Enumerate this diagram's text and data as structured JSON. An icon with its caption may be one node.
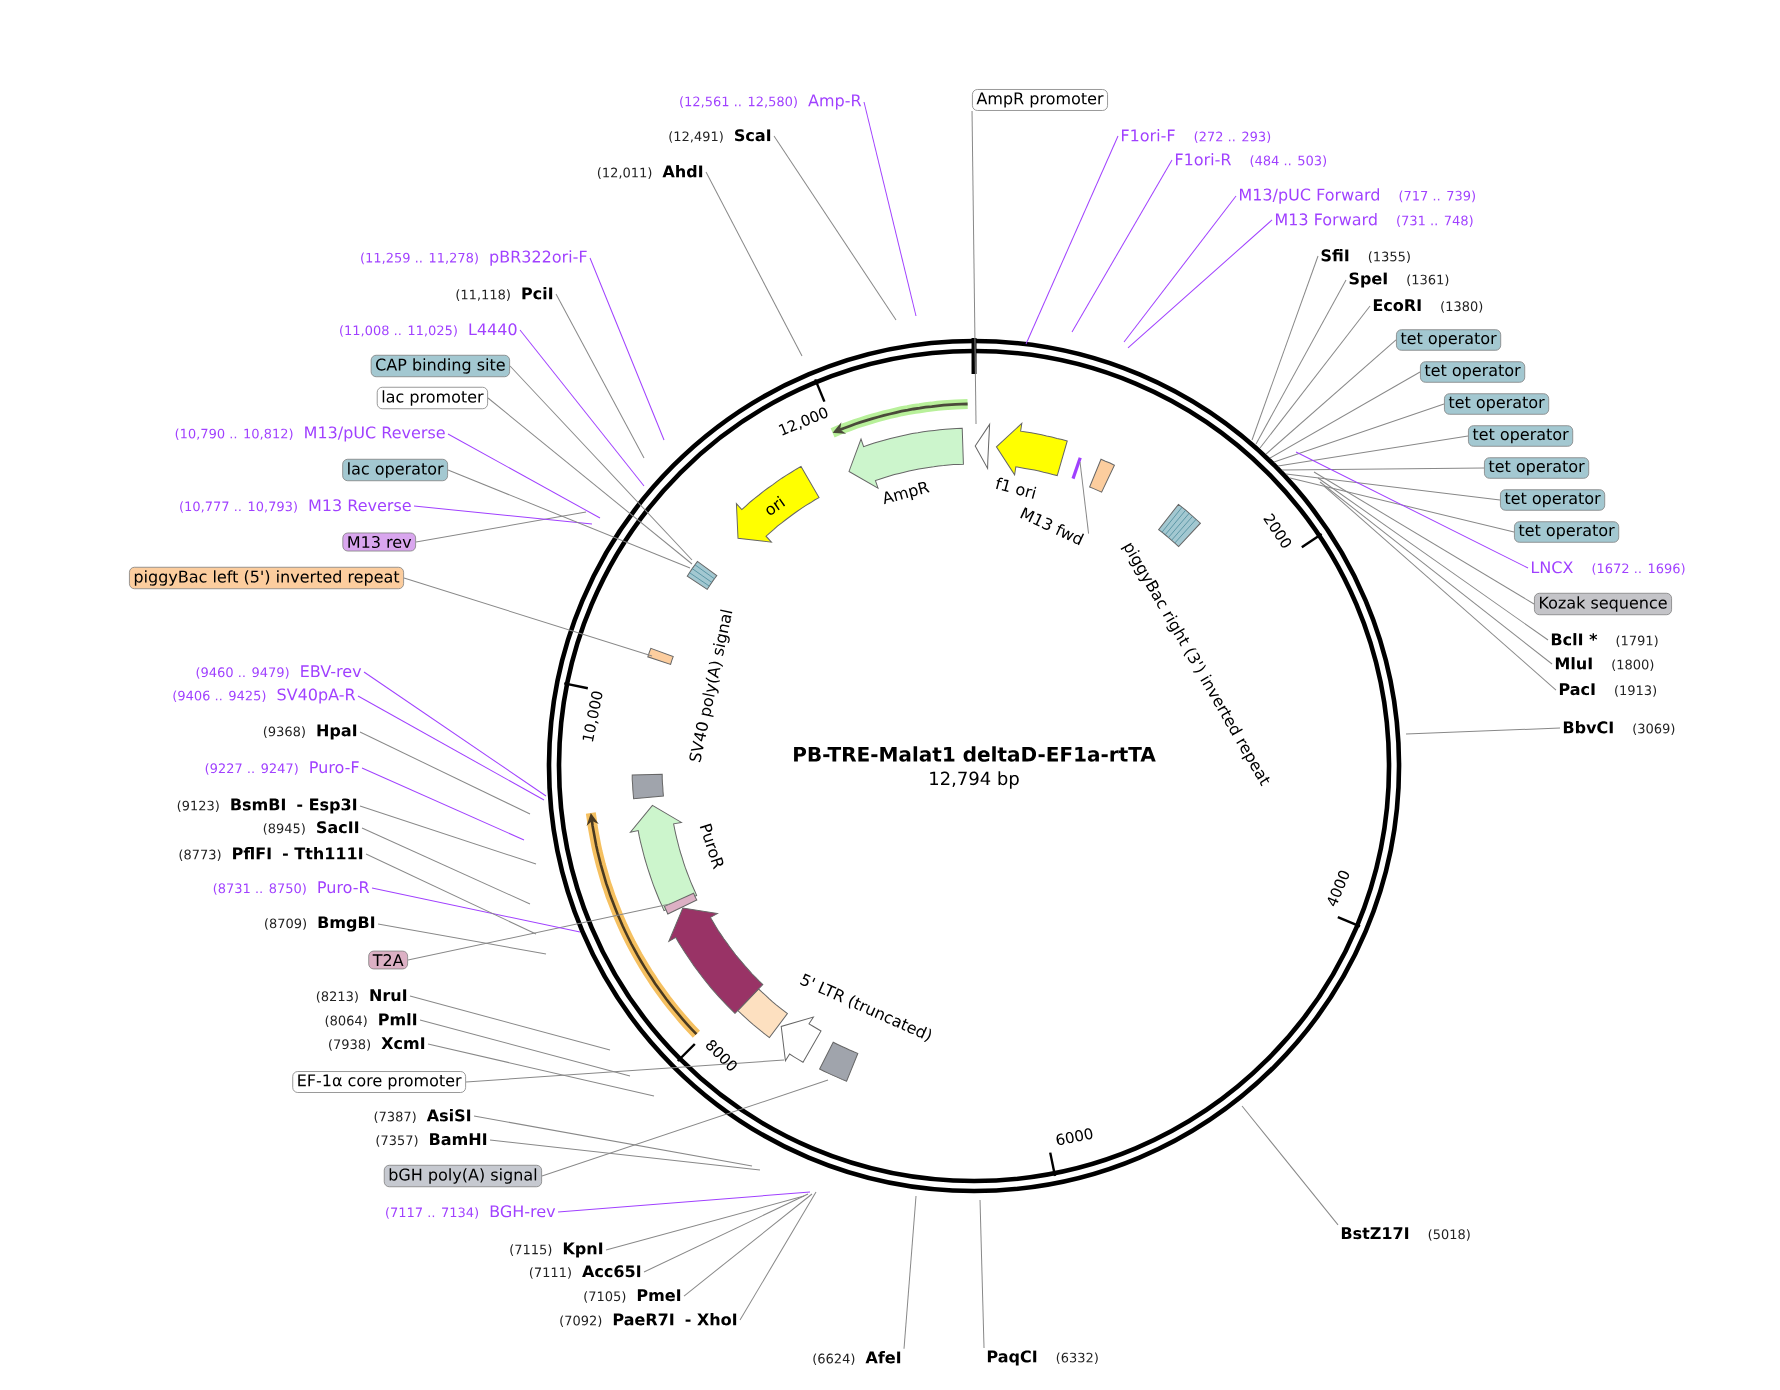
{
  "diagram": {
    "title": "PB-TRE-Malat1 deltaD-EF1a-rtTA",
    "nodes": [
      {
        "text": [
          "AmpR promoter"
        ]
      },
      {
        "text": [
          "F1ori-F",
          "(272 .. 293)"
        ]
      },
      {
        "text": [
          "F1ori-R",
          "(484 .. 503)"
        ]
      },
      {
        "text": [
          "M13/pUC Forward",
          "(717 .. 739)"
        ]
      },
      {
        "text": [
          "M13 Forward",
          "(731 .. 748)"
        ]
      },
      {
        "text": [
          "SfiI",
          "(1355)"
        ]
      },
      {
        "text": [
          "SpeI",
          "(1361)"
        ]
      },
      {
        "text": [
          "EcoRI",
          "(1380)"
        ]
      },
      {
        "text": [
          "tet operator"
        ]
      },
      {
        "text": [
          "tet operator"
        ]
      },
      {
        "text": [
          "tet operator"
        ]
      },
      {
        "text": [
          "tet operator"
        ]
      },
      {
        "text": [
          "tet operator"
        ]
      },
      {
        "text": [
          "tet operator"
        ]
      },
      {
        "text": [
          "tet operator"
        ]
      },
      {
        "text": [
          "LNCX",
          "(1672 .. 1696)"
        ]
      },
      {
        "text": [
          "Kozak sequence"
        ]
      },
      {
        "text": [
          "BclI *",
          "(1791)"
        ]
      },
      {
        "text": [
          "MluI",
          "(1800)"
        ]
      },
      {
        "text": [
          "PacI",
          "(1913)"
        ]
      },
      {
        "text": [
          "BbvCI",
          "(3069)"
        ]
      },
      {
        "text": [
          "BstZ17I",
          "(5018)"
        ]
      },
      {
        "text": [
          "PaqCI",
          "(6332)"
        ]
      },
      {
        "text": [
          "(6624)",
          "AfeI"
        ]
      },
      {
        "text": [
          "(7092)",
          "PaeR7I",
          "- XhoI"
        ]
      },
      {
        "text": [
          "(7105)",
          "PmeI"
        ]
      },
      {
        "text": [
          "(7111)",
          "Acc65I"
        ]
      },
      {
        "text": [
          "(7115)",
          "KpnI"
        ]
      },
      {
        "text": [
          "(7117 .. 7134)",
          "BGH-rev"
        ]
      },
      {
        "text": [
          "bGH poly(A) signal"
        ]
      },
      {
        "text": [
          "(7357)",
          "BamHI"
        ]
      },
      {
        "text": [
          "(7387)",
          "AsiSI"
        ]
      },
      {
        "text": [
          "EF-1α core promoter"
        ]
      },
      {
        "text": [
          "(7938)",
          "XcmI"
        ]
      },
      {
        "text": [
          "(8064)",
          "PmlI"
        ]
      },
      {
        "text": [
          "(8213)",
          "NruI"
        ]
      },
      {
        "text": [
          "T2A"
        ]
      },
      {
        "text": [
          "(8709)",
          "BmgBI"
        ]
      },
      {
        "text": [
          "(8731 .. 8750)",
          "Puro-R"
        ]
      },
      {
        "text": [
          "(8773)",
          "PflFI",
          "- Tth111I"
        ]
      },
      {
        "text": [
          "(8945)",
          "SacII"
        ]
      },
      {
        "text": [
          "(9123)",
          "BsmBI",
          "- Esp3I"
        ]
      },
      {
        "text": [
          "(9227 .. 9247)",
          "Puro-F"
        ]
      },
      {
        "text": [
          "(9368)",
          "HpaI"
        ]
      },
      {
        "text": [
          "(9406 .. 9425)",
          "SV40pA-R"
        ]
      },
      {
        "text": [
          "(9460 .. 9479)",
          "EBV-rev"
        ]
      },
      {
        "text": [
          "piggyBac left (5') inverted repeat"
        ]
      },
      {
        "text": [
          "M13 rev"
        ]
      },
      {
        "text": [
          "(10,777 .. 10,793)",
          "M13 Reverse"
        ]
      },
      {
        "text": [
          "lac operator"
        ]
      },
      {
        "text": [
          "(10,790 .. 10,812)",
          "M13/pUC Reverse"
        ]
      },
      {
        "text": [
          "lac promoter"
        ]
      },
      {
        "text": [
          "CAP binding site"
        ]
      },
      {
        "text": [
          "(11,008 .. 11,025)",
          "L4440"
        ]
      },
      {
        "text": [
          "(11,118)",
          "PciI"
        ]
      },
      {
        "text": [
          "(11,259 .. 11,278)",
          "pBR322ori-F"
        ]
      },
      {
        "text": [
          "(12,011)",
          "AhdI"
        ]
      },
      {
        "text": [
          "(12,491)",
          "ScaI"
        ]
      },
      {
        "text": [
          "(12,561 .. 12,580)",
          "Amp-R"
        ]
      },
      {
        "text": [
          "M13 fwd"
        ]
      }
    ],
    "edges": [
      {
        "from": 0,
        "to": null,
        "arrow": "none"
      },
      {
        "from": 1,
        "to": null,
        "arrow": "none",
        "color": "#a040ff"
      },
      {
        "from": 2,
        "to": null,
        "arrow": "none",
        "color": "#a040ff"
      },
      {
        "from": 3,
        "to": null,
        "arrow": "none",
        "color": "#a040ff"
      },
      {
        "from": 4,
        "to": null,
        "arrow": "none",
        "color": "#a040ff"
      },
      {
        "from": 5,
        "to": null,
        "arrow": "none"
      },
      {
        "from": 6,
        "to": null,
        "arrow": "none"
      },
      {
        "from": 7,
        "to": null,
        "arrow": "none"
      },
      {
        "from": 8,
        "to": null,
        "arrow": "none"
      },
      {
        "from": 9,
        "to": null,
        "arrow": "none"
      },
      {
        "from": 10,
        "to": null,
        "arrow": "none"
      },
      {
        "from": 11,
        "to": null,
        "arrow": "none"
      },
      {
        "from": 12,
        "to": null,
        "arrow": "none"
      },
      {
        "from": 13,
        "to": null,
        "arrow": "none"
      },
      {
        "from": 14,
        "to": null,
        "arrow": "none"
      },
      {
        "from": 15,
        "to": null,
        "arrow": "none",
        "color": "#a040ff"
      },
      {
        "from": 16,
        "to": null,
        "arrow": "none"
      },
      {
        "from": 17,
        "to": null,
        "arrow": "none"
      },
      {
        "from": 18,
        "to": null,
        "arrow": "none"
      },
      {
        "from": 19,
        "to": null,
        "arrow": "none"
      },
      {
        "from": 20,
        "to": null,
        "arrow": "none"
      },
      {
        "from": 21,
        "to": null,
        "arrow": "none"
      },
      {
        "from": 22,
        "to": null,
        "arrow": "none"
      },
      {
        "from": 23,
        "to": null,
        "arrow": "none"
      },
      {
        "from": 24,
        "to": null,
        "arrow": "none"
      },
      {
        "from": 25,
        "to": null,
        "arrow": "none"
      },
      {
        "from": 26,
        "to": null,
        "arrow": "none"
      },
      {
        "from": 27,
        "to": null,
        "arrow": "none"
      },
      {
        "from": 28,
        "to": null,
        "arrow": "none",
        "color": "#a040ff"
      },
      {
        "from": 29,
        "to": null,
        "arrow": "none"
      },
      {
        "from": 30,
        "to": null,
        "arrow": "none"
      },
      {
        "from": 31,
        "to": null,
        "arrow": "none"
      },
      {
        "from": 32,
        "to": null,
        "arrow": "none"
      },
      {
        "from": 33,
        "to": null,
        "arrow": "none"
      },
      {
        "from": 34,
        "to": null,
        "arrow": "none"
      },
      {
        "from": 35,
        "to": null,
        "arrow": "none"
      },
      {
        "from": 36,
        "to": null,
        "arrow": "none"
      },
      {
        "from": 37,
        "to": null,
        "arrow": "none"
      },
      {
        "from": 38,
        "to": null,
        "arrow": "none",
        "color": "#a040ff"
      },
      {
        "from": 39,
        "to": null,
        "arrow": "none"
      },
      {
        "from": 40,
        "to": null,
        "arrow": "none"
      },
      {
        "from": 41,
        "to": null,
        "arrow": "none"
      },
      {
        "from": 42,
        "to": null,
        "arrow": "none",
        "color": "#a040ff"
      },
      {
        "from": 43,
        "to": null,
        "arrow": "none"
      },
      {
        "from": 44,
        "to": null,
        "arrow": "none",
        "color": "#a040ff"
      },
      {
        "from": 45,
        "to": null,
        "arrow": "none",
        "color": "#a040ff"
      },
      {
        "from": 46,
        "to": null,
        "arrow": "none"
      },
      {
        "from": 47,
        "to": null,
        "arrow": "none"
      },
      {
        "from": 48,
        "to": null,
        "arrow": "none",
        "color": "#a040ff"
      },
      {
        "from": 49,
        "to": null,
        "arrow": "none"
      },
      {
        "from": 50,
        "to": null,
        "arrow": "none",
        "color": "#a040ff"
      },
      {
        "from": 51,
        "to": null,
        "arrow": "none"
      },
      {
        "from": 52,
        "to": null,
        "arrow": "none"
      },
      {
        "from": 53,
        "to": null,
        "arrow": "none",
        "color": "#a040ff"
      },
      {
        "from": 54,
        "to": null,
        "arrow": "none"
      },
      {
        "from": 55,
        "to": null,
        "arrow": "none",
        "color": "#a040ff"
      },
      {
        "from": 56,
        "to": null,
        "arrow": "none"
      },
      {
        "from": 57,
        "to": null,
        "arrow": "none"
      },
      {
        "from": 58,
        "to": null,
        "arrow": "none",
        "color": "#a040ff"
      },
      {
        "from": 59,
        "to": null,
        "arrow": "none"
      }
    ],
    "labels": [
      "12,794 bp",
      "2000",
      "4000",
      "6000",
      "8000",
      "10,000",
      "12,000",
      "AmpR",
      "ori",
      "f1 ori",
      "piggyBac right (3') inverted repeat",
      "SV40 poly(A) signal",
      "PuroR",
      "5' LTR (truncated)"
    ]
  }
}
